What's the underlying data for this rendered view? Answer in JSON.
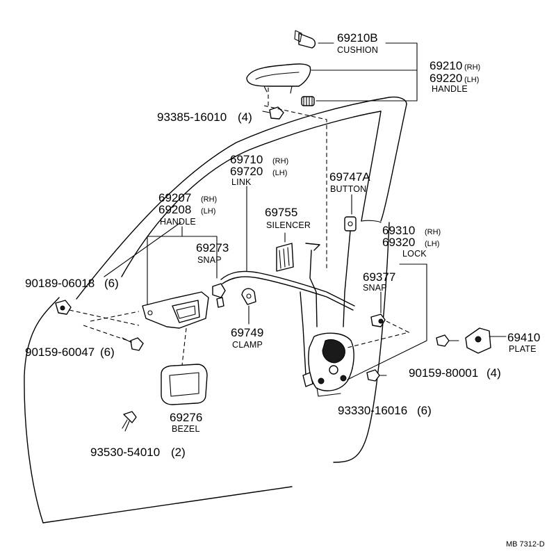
{
  "diagram_code": "MB 7312-D",
  "parts": {
    "cushion": {
      "number": "69210B",
      "name": "CUSHION"
    },
    "outside_handle": {
      "number_rh": "69210",
      "side_rh": "(RH)",
      "number_lh": "69220",
      "side_lh": "(LH)",
      "name": "HANDLE"
    },
    "bolt_handle": {
      "number": "93385-16010",
      "qty": "(4)"
    },
    "link": {
      "number_rh": "69710",
      "side_rh": "(RH)",
      "number_lh": "69720",
      "side_lh": "(LH)",
      "name": "LINK"
    },
    "button": {
      "number": "69747A",
      "name": "BUTTON"
    },
    "inside_handle": {
      "number_rh": "69207",
      "side_rh": "(RH)",
      "number_lh": "69208",
      "side_lh": "(LH)",
      "name": "HANDLE"
    },
    "silencer": {
      "number": "69755",
      "name": "SILENCER"
    },
    "snap_handle": {
      "number": "69273",
      "name": "SNAP"
    },
    "lock": {
      "number_rh": "69310",
      "side_rh": "(RH)",
      "number_lh": "69320",
      "side_lh": "(LH)",
      "name": "LOCK"
    },
    "bushing": {
      "number": "90189-06018",
      "qty": "(6)"
    },
    "snap_lock": {
      "number": "69377",
      "name": "SNAP"
    },
    "clamp": {
      "number": "69749",
      "name": "CLAMP"
    },
    "plate": {
      "number": "69410",
      "name": "PLATE"
    },
    "bolt_inside_handle": {
      "number": "90159-60047",
      "qty": "(6)"
    },
    "screw_plate": {
      "number": "90159-80001",
      "qty": "(4)"
    },
    "screw_lock": {
      "number": "93330-16016",
      "qty": "(6)"
    },
    "bezel": {
      "number": "69276",
      "name": "BEZEL"
    },
    "screw_bezel": {
      "number": "93530-54010",
      "qty": "(2)"
    }
  }
}
